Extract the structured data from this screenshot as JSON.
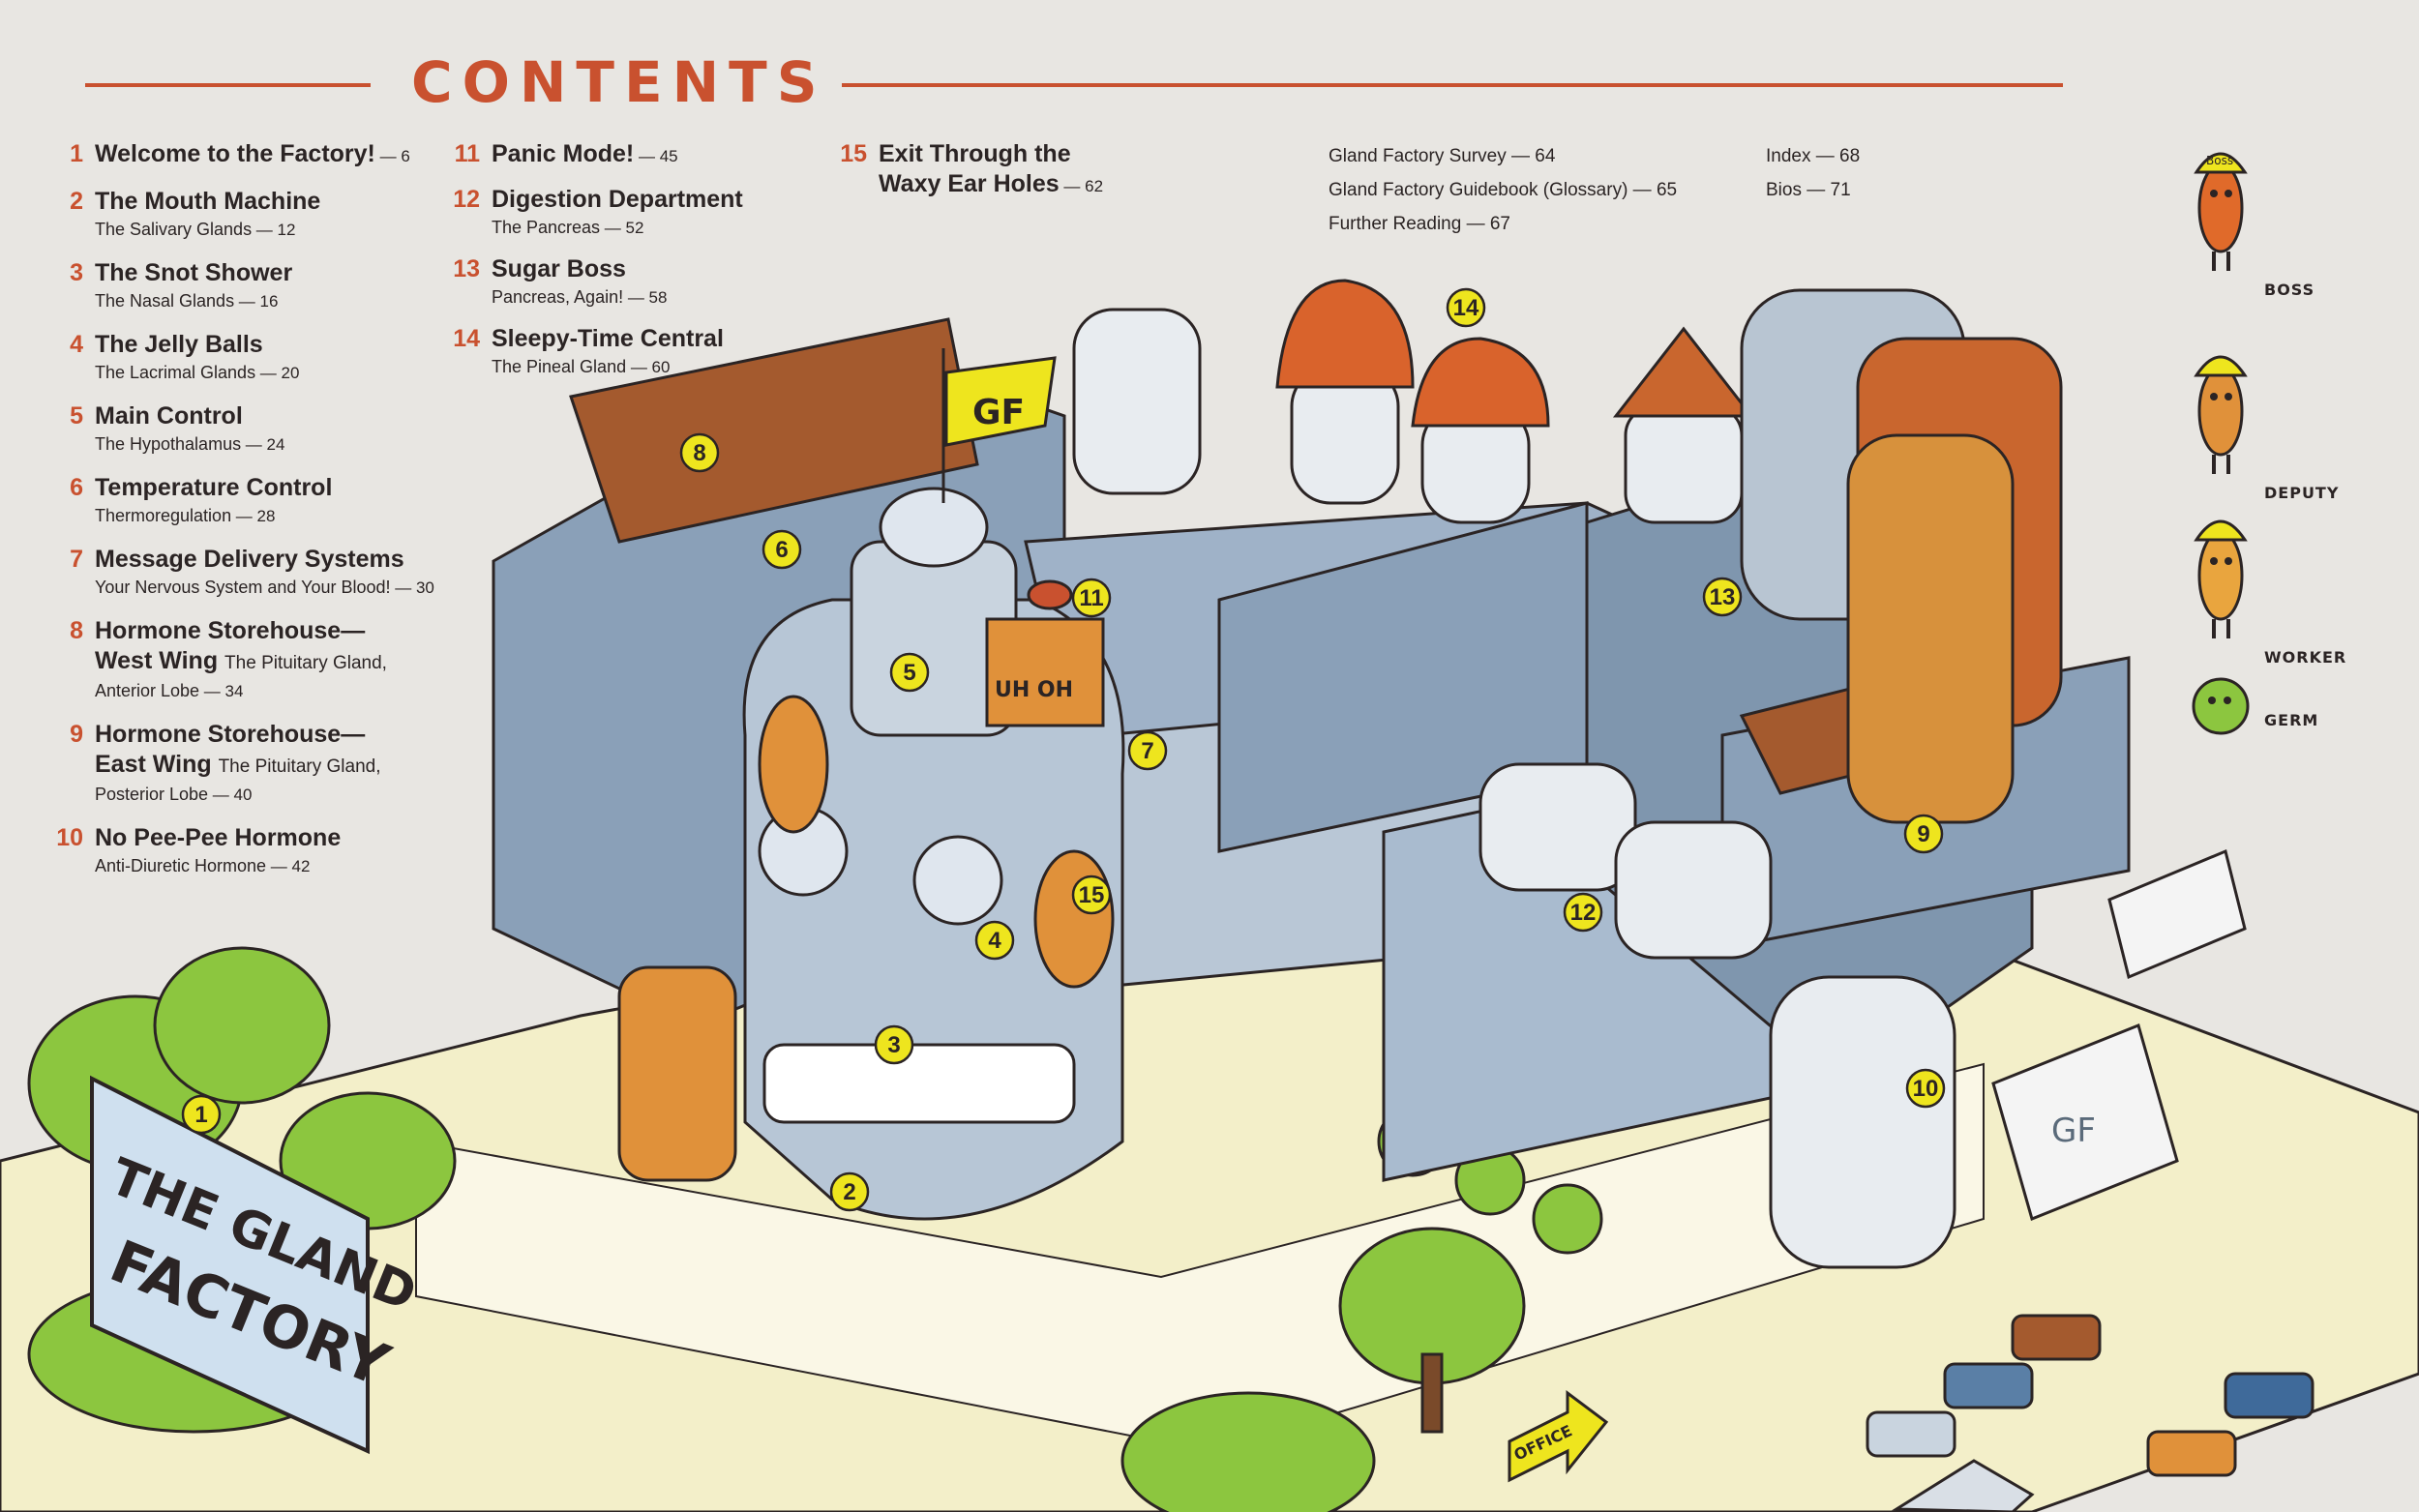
{
  "header": {
    "title": "CONTENTS"
  },
  "toc": {
    "col1": [
      {
        "num": "1",
        "title": "Welcome to the Factory!",
        "page": " — 6"
      },
      {
        "num": "2",
        "title": "The Mouth Machine",
        "sub": "The Salivary Glands",
        "page": " — 12"
      },
      {
        "num": "3",
        "title": "The Snot Shower",
        "sub": "The Nasal Glands",
        "page": " — 16"
      },
      {
        "num": "4",
        "title": "The Jelly Balls",
        "sub": "The Lacrimal Glands",
        "page": " — 20"
      },
      {
        "num": "5",
        "title": "Main Control",
        "sub": "The Hypothalamus",
        "page": " — 24"
      },
      {
        "num": "6",
        "title": "Temperature Control",
        "sub": "Thermoregulation",
        "page": " — 28"
      },
      {
        "num": "7",
        "title": "Message Delivery Systems",
        "sub": "Your Nervous System and Your Blood!",
        "page": " — 30"
      },
      {
        "num": "8",
        "title": "Hormone Storehouse—",
        "title2": "West Wing",
        "inline": "The Pituitary Gland,",
        "sub": "Anterior Lobe",
        "page": " — 34"
      },
      {
        "num": "9",
        "title": "Hormone Storehouse—",
        "title2": "East Wing",
        "inline": "The Pituitary Gland,",
        "sub": "Posterior Lobe",
        "page": " — 40"
      },
      {
        "num": "10",
        "title": "No Pee-Pee Hormone",
        "sub": "Anti-Diuretic Hormone",
        "page": " — 42"
      }
    ],
    "col2": [
      {
        "num": "11",
        "title": "Panic Mode!",
        "page": " — 45"
      },
      {
        "num": "12",
        "title": "Digestion Department",
        "sub": "The Pancreas",
        "page": " — 52"
      },
      {
        "num": "13",
        "title": "Sugar Boss",
        "sub": "Pancreas, Again!",
        "page": " — 58"
      },
      {
        "num": "14",
        "title": "Sleepy-Time Central",
        "sub": "The Pineal Gland",
        "page": " — 60"
      }
    ],
    "col3": [
      {
        "num": "15",
        "title": "Exit Through the",
        "title2": "Waxy Ear Holes",
        "page": " — 62"
      }
    ],
    "back_matter": [
      {
        "label": "Gland Factory Survey",
        "page": " — 64"
      },
      {
        "label": "Gland Factory Guidebook (Glossary)",
        "page": " — 65"
      },
      {
        "label": "Further Reading",
        "page": " — 67"
      }
    ],
    "back_matter2": [
      {
        "label": "Index",
        "page": " — 68"
      },
      {
        "label": "Bios",
        "page": " — 71"
      }
    ]
  },
  "legend": [
    {
      "name": "BOSS",
      "hat": "Boss",
      "color": "#e06a2a"
    },
    {
      "name": "DEPUTY",
      "color": "#e0913a"
    },
    {
      "name": "WORKER",
      "color": "#e9a53e"
    },
    {
      "name": "GERM",
      "color": "#8cc63f"
    }
  ],
  "illustration": {
    "sign": {
      "line1": "THE GLAND",
      "line2": "FACTORY"
    },
    "flag": "GF",
    "box": "UH OH",
    "office": "OFFICE",
    "truck": "GF",
    "markers": [
      "1",
      "2",
      "3",
      "4",
      "5",
      "6",
      "7",
      "8",
      "9",
      "10",
      "11",
      "12",
      "13",
      "14",
      "15"
    ]
  },
  "colors": {
    "accent": "#c9512f",
    "marker": "#eee51e",
    "steel": "#8aa0b8",
    "green": "#8cc63f",
    "paper": "#e8e6e2"
  }
}
